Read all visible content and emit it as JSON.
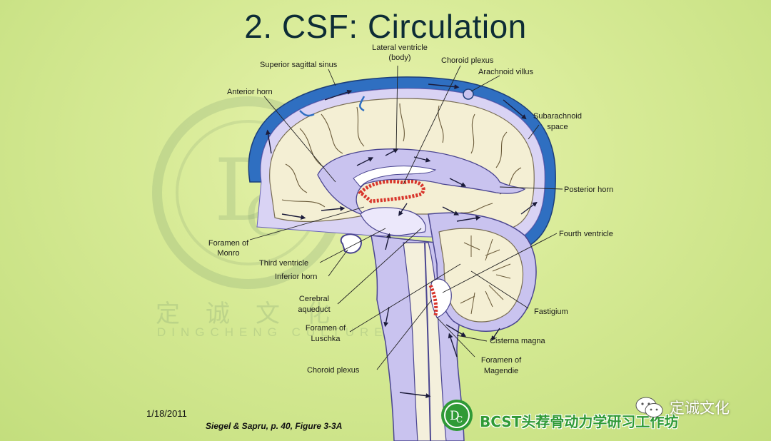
{
  "slide": {
    "title": "2. CSF: Circulation",
    "date": "1/18/2011",
    "citation": "Siegel & Sapru, p. 40, Figure 3-3A"
  },
  "labels": {
    "superior_sagittal_sinus": "Superior sagittal sinus",
    "lateral_ventricle_line1": "Lateral ventricle",
    "lateral_ventricle_line2": "(body)",
    "choroid_plexus_top": "Choroid plexus",
    "arachnoid_villus": "Arachnoid villus",
    "anterior_horn": "Anterior horn",
    "subarachnoid_line1": "Subarachnoid",
    "subarachnoid_line2": "space",
    "posterior_horn": "Posterior horn",
    "fourth_ventricle": "Fourth ventricle",
    "foramen_monro_line1": "Foramen of",
    "foramen_monro_line2": "Monro",
    "third_ventricle": "Third ventricle",
    "inferior_horn": "Inferior horn",
    "cerebral_aqueduct_line1": "Cerebral",
    "cerebral_aqueduct_line2": "aqueduct",
    "fastigium": "Fastigium",
    "foramen_luschka_line1": "Foramen of",
    "foramen_luschka_line2": "Luschka",
    "cisterna_magna": "Cisterna magna",
    "foramen_magendie_line1": "Foramen of",
    "foramen_magendie_line2": "Magendie",
    "choroid_plexus_bottom": "Choroid plexus"
  },
  "watermark": {
    "chinese": "定诚文化",
    "english": "DINGCHENG CULTURE"
  },
  "branding": {
    "wechat_name": "定诚文化",
    "studio_name": "BCST头荐骨动力学研习工作坊"
  },
  "colors": {
    "title": "#0d2c36",
    "sinus_blue": "#2f6fc1",
    "ventricle_lavender": "#c9c3ef",
    "brain_fill": "#f4efd4",
    "choroid_red": "#d8352b",
    "studio_green": "#2f9a36"
  }
}
